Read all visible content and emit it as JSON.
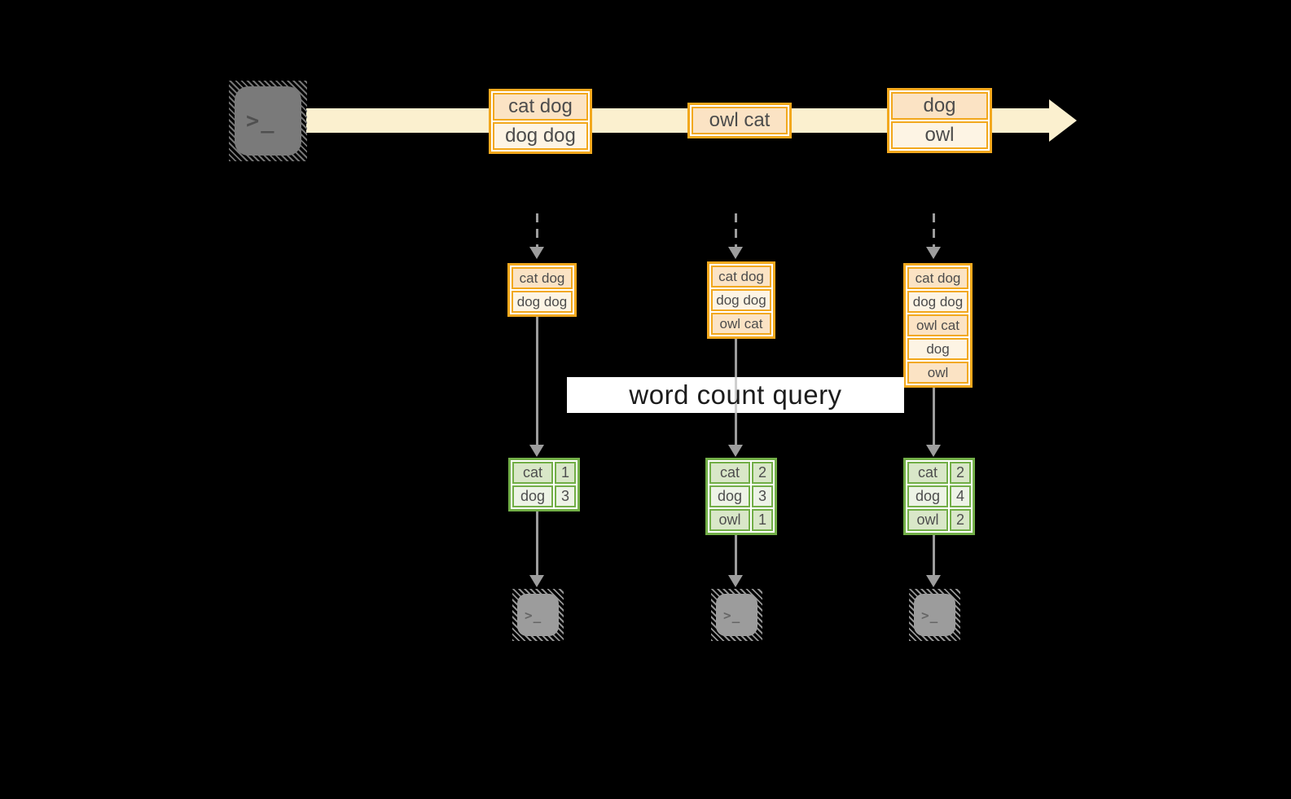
{
  "icons": {
    "terminal_glyph": ">_"
  },
  "query": {
    "label": "word count query"
  },
  "stream": {
    "batches": [
      {
        "rows": [
          "cat dog",
          "dog dog"
        ]
      },
      {
        "rows": [
          "owl cat"
        ]
      },
      {
        "rows": [
          "dog",
          "owl"
        ]
      }
    ]
  },
  "columns": [
    {
      "state": [
        "cat dog",
        "dog dog"
      ],
      "counts": [
        {
          "word": "cat",
          "value": "1"
        },
        {
          "word": "dog",
          "value": "3"
        }
      ]
    },
    {
      "state": [
        "cat dog",
        "dog dog",
        "owl cat"
      ],
      "counts": [
        {
          "word": "cat",
          "value": "2"
        },
        {
          "word": "dog",
          "value": "3"
        },
        {
          "word": "owl",
          "value": "1"
        }
      ]
    },
    {
      "state": [
        "cat dog",
        "dog dog",
        "owl cat",
        "dog",
        "owl"
      ],
      "counts": [
        {
          "word": "cat",
          "value": "2"
        },
        {
          "word": "dog",
          "value": "4"
        },
        {
          "word": "owl",
          "value": "2"
        }
      ]
    }
  ],
  "colors": {
    "background": "#000000",
    "stream_band": "#fbf0cf",
    "orange_border": "#f2a81d",
    "peach_dark": "#fbe3c4",
    "peach_light": "#fdf4e4",
    "green_border": "#72ae47",
    "green_dark": "#d9e7c8",
    "green_light": "#edf3e6",
    "arrow_gray": "#9d9d9d",
    "query_bar": "#ffffff",
    "query_text": "#1c1c1c",
    "terminal_dark": "#7a7a7a",
    "terminal_light": "#9c9c9c"
  }
}
